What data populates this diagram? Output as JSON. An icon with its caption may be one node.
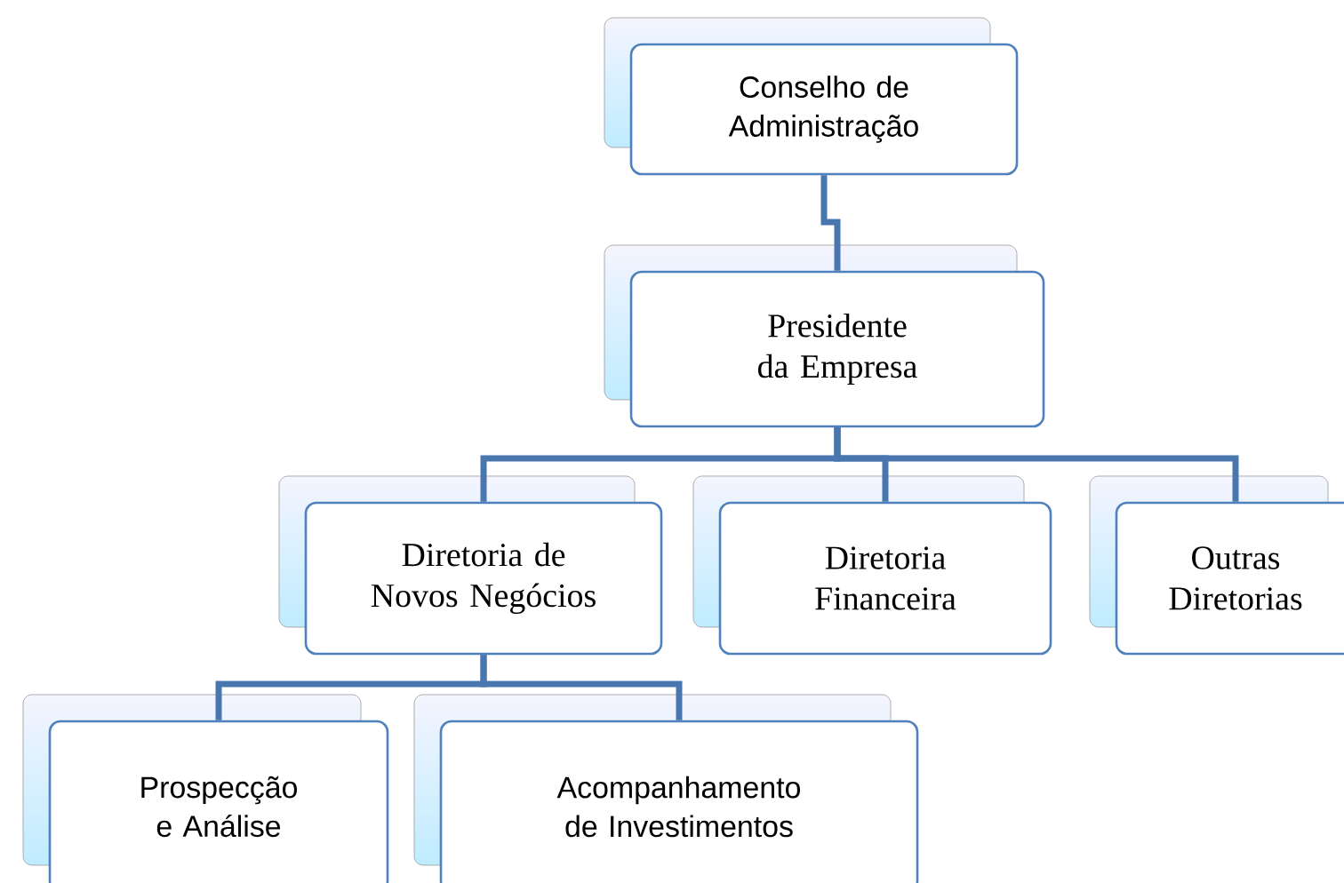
{
  "diagram": {
    "nodes": [
      {
        "text": [
          "Conselho de Administração"
        ]
      },
      {
        "text": [
          "Presidente da Empresa"
        ]
      },
      {
        "text": [
          "Diretoria de Novos Negócios"
        ]
      },
      {
        "text": [
          "Diretoria Financeira"
        ]
      },
      {
        "text": [
          "Outras Diretorias"
        ]
      },
      {
        "text": [
          "Prospecção e Análise"
        ]
      },
      {
        "text": [
          "Acompanhamento de Investimentos"
        ]
      }
    ],
    "edges": [
      {
        "from": 0,
        "to": 1,
        "arrow": "none"
      },
      {
        "from": 1,
        "to": 2,
        "arrow": "none"
      },
      {
        "from": 1,
        "to": 3,
        "arrow": "none"
      },
      {
        "from": 1,
        "to": 4,
        "arrow": "none"
      },
      {
        "from": 2,
        "to": 5,
        "arrow": "none"
      },
      {
        "from": 2,
        "to": 6,
        "arrow": "none"
      }
    ]
  }
}
